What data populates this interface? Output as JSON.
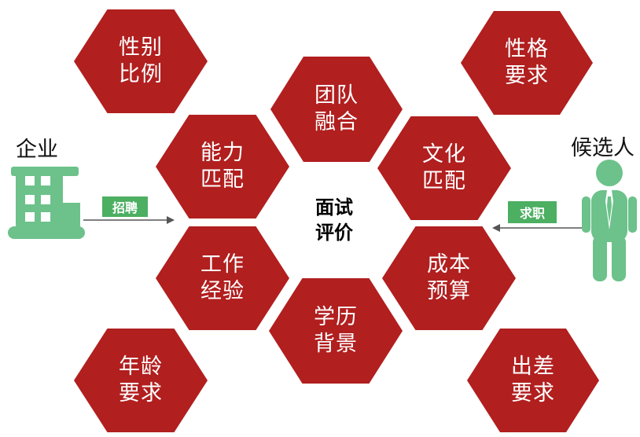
{
  "hexagons": {
    "gender_ratio": [
      "性别",
      "比例"
    ],
    "personality": [
      "性格",
      "要求"
    ],
    "team_fit": [
      "团队",
      "融合"
    ],
    "ability_match": [
      "能力",
      "匹配"
    ],
    "culture_match": [
      "文化",
      "匹配"
    ],
    "work_experience": [
      "工作",
      "经验"
    ],
    "cost_budget": [
      "成本",
      "预算"
    ],
    "education": [
      "学历",
      "背景"
    ],
    "age": [
      "年龄",
      "要求"
    ],
    "travel": [
      "出差",
      "要求"
    ]
  },
  "center": [
    "面试",
    "评价"
  ],
  "company": {
    "label": "企业",
    "action": "招聘",
    "icon": "building-icon"
  },
  "candidate": {
    "label": "候选人",
    "action": "求职",
    "icon": "person-icon"
  },
  "colors": {
    "hexagon": "#b11f1f",
    "green": "#4caf62",
    "icon_green": "#6cc28a"
  }
}
